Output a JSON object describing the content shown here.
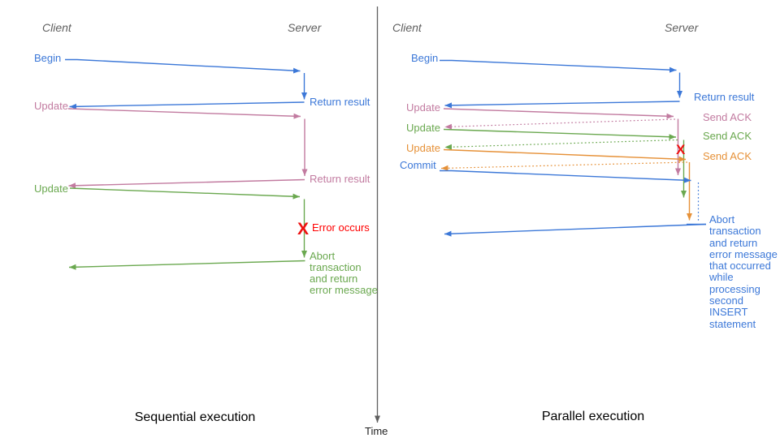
{
  "colors": {
    "blue": "#3c78d8",
    "magenta": "#c27ba0",
    "green": "#6aa84f",
    "orange": "#e69138",
    "red": "#ff0000",
    "axis_gray": "#5f5f5f",
    "caption_black": "#000000"
  },
  "left_panel": {
    "client_header": "Client",
    "server_header": "Server",
    "labels": {
      "begin": "Begin",
      "return_result_1": "Return result",
      "update_1": "Update",
      "return_result_2": "Return result",
      "update_2": "Update",
      "error_mark": "X",
      "error_occurs": "Error occurs",
      "abort_note": "Abort\ntransaction\nand return\nerror message"
    },
    "caption": "Sequential execution"
  },
  "right_panel": {
    "client_header": "Client",
    "server_header": "Server",
    "labels": {
      "begin": "Begin",
      "return_result": "Return result",
      "update_1": "Update",
      "send_ack_1": "Send ACK",
      "update_2": "Update",
      "send_ack_2": "Send ACK",
      "update_3": "Update",
      "send_ack_3": "Send ACK",
      "commit": "Commit",
      "error_mark": "X",
      "abort_note": "Abort\ntransaction\nand return\nerror message\nthat occurred\nwhile\nprocessing\nsecond\nINSERT\nstatement"
    },
    "caption": "Parallel execution"
  },
  "time_axis": {
    "label": "Time"
  }
}
